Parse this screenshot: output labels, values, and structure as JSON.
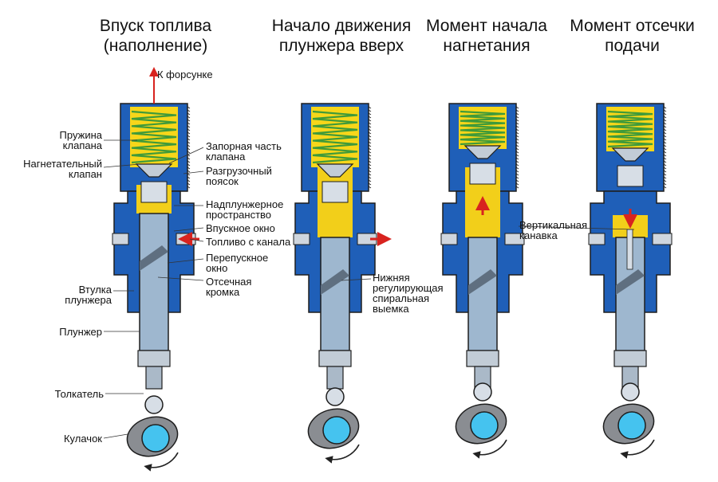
{
  "colors": {
    "spring_bg": "#f7d61a",
    "spring_coil": "#3f9a3a",
    "body_blue": "#1f5fb8",
    "outline": "#1e1e1e",
    "steel": "#9eb7cf",
    "fuel": "#f2cf1a",
    "arrow": "#d8231f",
    "cam": "#8a8d92",
    "cam_bearing": "#45c3ef"
  },
  "titles": [
    {
      "text": "Впуск топлива\n(наполнение)"
    },
    {
      "text": "Начало движения\nплунжера вверх"
    },
    {
      "text": "Момент начала\nнагнетания"
    },
    {
      "text": "Момент отсечки\nподачи"
    }
  ],
  "labels": {
    "to_injector": "К форсунке",
    "valve_spring": "Пружина\nклапана",
    "delivery_valve": "Нагнетательный\nклапан",
    "valve_seat_part": "Запорная часть\nклапана",
    "relief_collar": "Разгрузочный\nпоясок",
    "above_plunger_space": "Надплунжерное\nпространство",
    "inlet_port": "Впускное окно",
    "fuel_from_channel": "Топливо с канала",
    "bypass_port": "Перепускное\nокно",
    "cutoff_edge": "Отсечная\nкромка",
    "plunger_sleeve": "Втулка\nплунжера",
    "plunger": "Плунжер",
    "tappet": "Толкатель",
    "cam": "Кулачок",
    "lower_helix": "Нижняя\nрегулирующая\nспиральная\nвыемка",
    "vertical_groove": "Вертикальная\nканавка"
  }
}
